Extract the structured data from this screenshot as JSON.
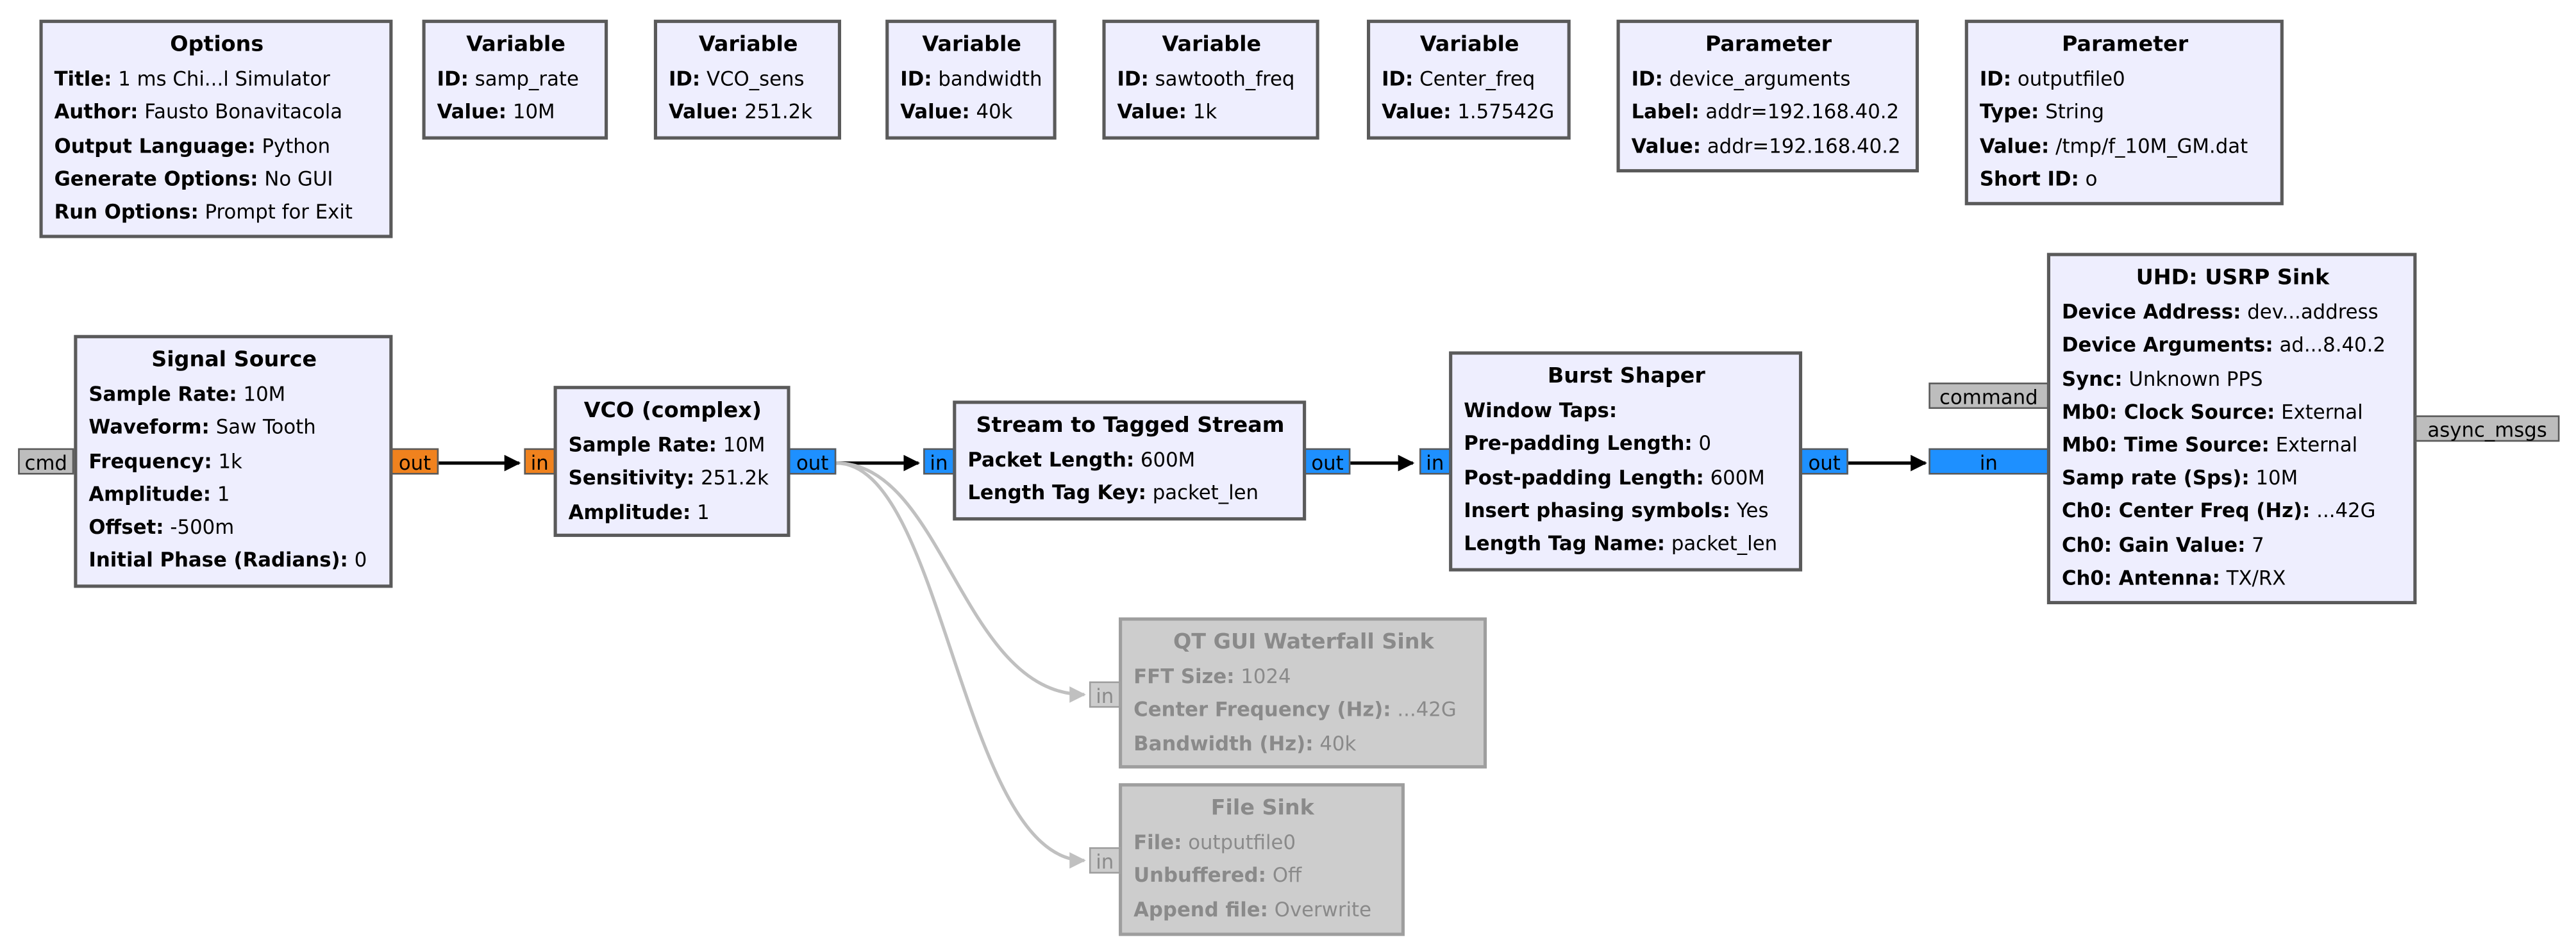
{
  "colors": {
    "block_bg": "#eeeefe",
    "block_border": "#5a5a5a",
    "disabled_bg": "#cdcdcd",
    "complex_port": "#1e90ff",
    "float_port": "#f0821e",
    "message_port": "#bdbdbd",
    "wire": "#000000",
    "disabled_wire": "#c0c0c0"
  },
  "blocks": {
    "options": {
      "title": "Options",
      "params": [
        {
          "key": "Title:",
          "value": "1 ms Chi...l Simulator"
        },
        {
          "key": "Author:",
          "value": "Fausto Bonavitacola"
        },
        {
          "key": "Output Language:",
          "value": "Python"
        },
        {
          "key": "Generate Options:",
          "value": "No GUI"
        },
        {
          "key": "Run Options:",
          "value": "Prompt for Exit"
        }
      ]
    },
    "var_samp_rate": {
      "title": "Variable",
      "params": [
        {
          "key": "ID:",
          "value": "samp_rate"
        },
        {
          "key": "Value:",
          "value": "10M"
        }
      ]
    },
    "var_vco_sens": {
      "title": "Variable",
      "params": [
        {
          "key": "ID:",
          "value": "VCO_sens"
        },
        {
          "key": "Value:",
          "value": "251.2k"
        }
      ]
    },
    "var_bandwidth": {
      "title": "Variable",
      "params": [
        {
          "key": "ID:",
          "value": "bandwidth"
        },
        {
          "key": "Value:",
          "value": "40k"
        }
      ]
    },
    "var_sawtooth_freq": {
      "title": "Variable",
      "params": [
        {
          "key": "ID:",
          "value": "sawtooth_freq"
        },
        {
          "key": "Value:",
          "value": "1k"
        }
      ]
    },
    "var_center_freq": {
      "title": "Variable",
      "params": [
        {
          "key": "ID:",
          "value": "Center_freq"
        },
        {
          "key": "Value:",
          "value": "1.57542G"
        }
      ]
    },
    "param_device_arguments": {
      "title": "Parameter",
      "params": [
        {
          "key": "ID:",
          "value": "device_arguments"
        },
        {
          "key": "Label:",
          "value": "addr=192.168.40.2"
        },
        {
          "key": "Value:",
          "value": "addr=192.168.40.2"
        }
      ]
    },
    "param_outputfile0": {
      "title": "Parameter",
      "params": [
        {
          "key": "ID:",
          "value": "outputfile0"
        },
        {
          "key": "Type:",
          "value": "String"
        },
        {
          "key": "Value:",
          "value": "/tmp/f_10M_GM.dat"
        },
        {
          "key": "Short ID:",
          "value": "o"
        }
      ]
    },
    "signal_source": {
      "title": "Signal Source",
      "params": [
        {
          "key": "Sample Rate:",
          "value": "10M"
        },
        {
          "key": "Waveform:",
          "value": "Saw Tooth"
        },
        {
          "key": "Frequency:",
          "value": "1k"
        },
        {
          "key": "Amplitude:",
          "value": "1"
        },
        {
          "key": "Offset:",
          "value": "-500m"
        },
        {
          "key": "Initial Phase (Radians):",
          "value": "0"
        }
      ]
    },
    "vco": {
      "title": "VCO (complex)",
      "params": [
        {
          "key": "Sample Rate:",
          "value": "10M"
        },
        {
          "key": "Sensitivity:",
          "value": "251.2k"
        },
        {
          "key": "Amplitude:",
          "value": "1"
        }
      ]
    },
    "stream_to_tagged": {
      "title": "Stream to Tagged Stream",
      "params": [
        {
          "key": "Packet Length:",
          "value": "600M"
        },
        {
          "key": "Length Tag Key:",
          "value": "packet_len"
        }
      ]
    },
    "burst_shaper": {
      "title": "Burst Shaper",
      "params": [
        {
          "key": "Window Taps:",
          "value": ""
        },
        {
          "key": "Pre-padding Length:",
          "value": "0"
        },
        {
          "key": "Post-padding Length:",
          "value": "600M"
        },
        {
          "key": "Insert phasing symbols:",
          "value": "Yes"
        },
        {
          "key": "Length Tag Name:",
          "value": "packet_len"
        }
      ]
    },
    "usrp_sink": {
      "title": "UHD: USRP Sink",
      "params": [
        {
          "key": "Device Address:",
          "value": "dev...address"
        },
        {
          "key": "Device Arguments:",
          "value": "ad...8.40.2"
        },
        {
          "key": "Sync:",
          "value": "Unknown PPS"
        },
        {
          "key": "Mb0: Clock Source:",
          "value": "External"
        },
        {
          "key": "Mb0: Time Source:",
          "value": "External"
        },
        {
          "key": "Samp rate (Sps):",
          "value": "10M"
        },
        {
          "key": "Ch0: Center Freq (Hz):",
          "value": "...42G"
        },
        {
          "key": "Ch0: Gain Value:",
          "value": "7"
        },
        {
          "key": "Ch0: Antenna:",
          "value": "TX/RX"
        }
      ]
    },
    "waterfall_sink": {
      "title": "QT GUI Waterfall Sink",
      "params": [
        {
          "key": "FFT Size:",
          "value": "1024"
        },
        {
          "key": "Center Frequency (Hz):",
          "value": "...42G"
        },
        {
          "key": "Bandwidth (Hz):",
          "value": "40k"
        }
      ]
    },
    "file_sink": {
      "title": "File Sink",
      "params": [
        {
          "key": "File:",
          "value": "outputfile0"
        },
        {
          "key": "Unbuffered:",
          "value": "Off"
        },
        {
          "key": "Append file:",
          "value": "Overwrite"
        }
      ]
    }
  },
  "ports": {
    "signal_source_cmd": "cmd",
    "signal_source_out": "out",
    "vco_in": "in",
    "vco_out": "out",
    "stream_to_tagged_in": "in",
    "stream_to_tagged_out": "out",
    "burst_shaper_in": "in",
    "burst_shaper_out": "out",
    "usrp_sink_in": "in",
    "usrp_sink_command": "command",
    "usrp_sink_async_msgs": "async_msgs",
    "waterfall_sink_in": "in",
    "file_sink_in": "in"
  }
}
